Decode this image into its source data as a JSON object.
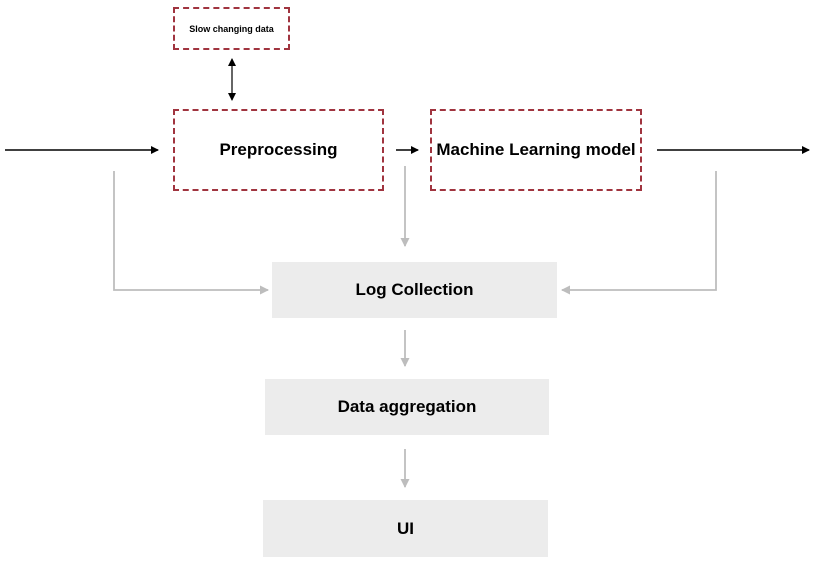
{
  "nodes": {
    "slow": "Slow changing data",
    "preprocessing": "Preprocessing",
    "ml_model": "Machine Learning model",
    "log_collection": "Log Collection",
    "data_aggregation": "Data aggregation",
    "ui": "UI"
  },
  "colors": {
    "dashed_border": "#a0343f",
    "box_fill": "#ececec",
    "main_arrow": "#000000",
    "log_arrow": "#bdbdbd"
  }
}
